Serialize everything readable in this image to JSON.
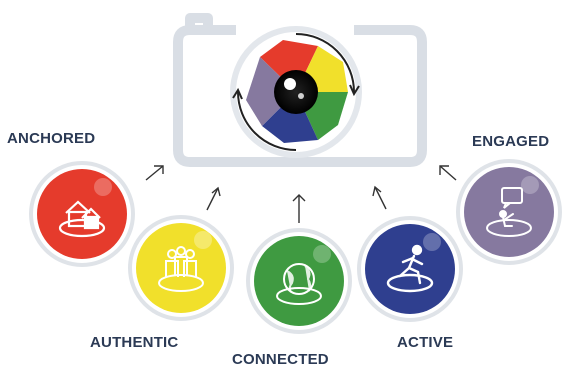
{
  "labels": {
    "anchored": "ANCHORED",
    "authentic": "AUTHENTIC",
    "connected": "CONNECTED",
    "active": "ACTIVE",
    "engaged": "ENGAGED"
  },
  "colors": {
    "anchored": "#e53b2c",
    "authentic": "#f1e02b",
    "connected": "#3f9a41",
    "active": "#2f3f8f",
    "engaged": "#86799f",
    "camera_outline": "#d9dee5",
    "label_text": "#2b3a55"
  },
  "icons": {
    "anchored": "house-icon",
    "authentic": "people-group-icon",
    "connected": "globe-icon",
    "active": "runner-icon",
    "engaged": "speech-person-icon",
    "center": "camera-aperture-icon"
  }
}
